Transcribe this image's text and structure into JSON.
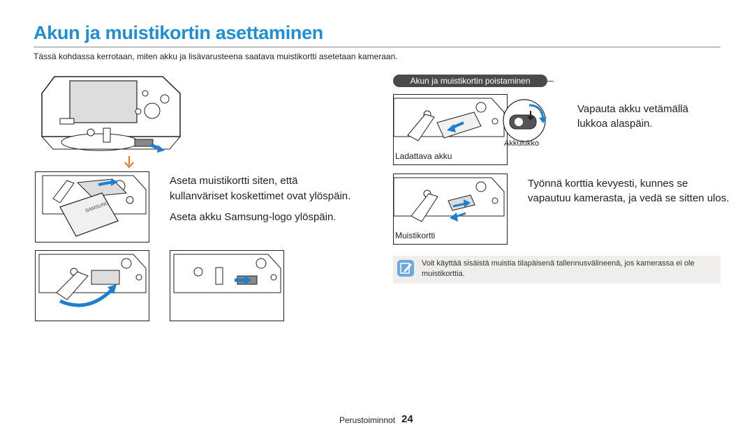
{
  "page": {
    "title": "Akun ja muistikortin asettaminen",
    "intro": "Tässä kohdassa kerrotaan, miten akku ja lisävarusteena saatava muistikortti asetetaan kameraan."
  },
  "insert": {
    "step_text_1a": "Aseta muistikortti siten, että",
    "step_text_1b": "kullanväriset koskettimet ovat ylöspäin.",
    "step_text_2": "Aseta akku Samsung-logo ylöspäin.",
    "battery_logo": "SAMSUNG"
  },
  "removal": {
    "heading": "Akun ja muistikortin poistaminen",
    "battery_instruction_a": "Vapauta akku vetämällä",
    "battery_instruction_b": "lukkoa alaspäin.",
    "battery_label": "Ladattava akku",
    "lock_label": "Akkulukko",
    "card_instruction_a": "Työnnä korttia kevyesti, kunnes se",
    "card_instruction_b": "vapautuu kamerasta, ja vedä se sitten ulos.",
    "card_label": "Muistikortti"
  },
  "note": {
    "text": "Voit käyttää sisäistä muistia tilapäisenä tallennusvälineenä, jos kamerassa ei ole muistikorttia."
  },
  "footer": {
    "section": "Perustoiminnot",
    "page_number": "24"
  },
  "colors": {
    "title": "#1e8fd6",
    "arrow_blue": "#1e7fd0",
    "step_arrow": "#e8731e",
    "pill": "#4a4a4a",
    "note_bg": "#efeeec"
  },
  "icons": {
    "note": "pencil-note-icon"
  }
}
